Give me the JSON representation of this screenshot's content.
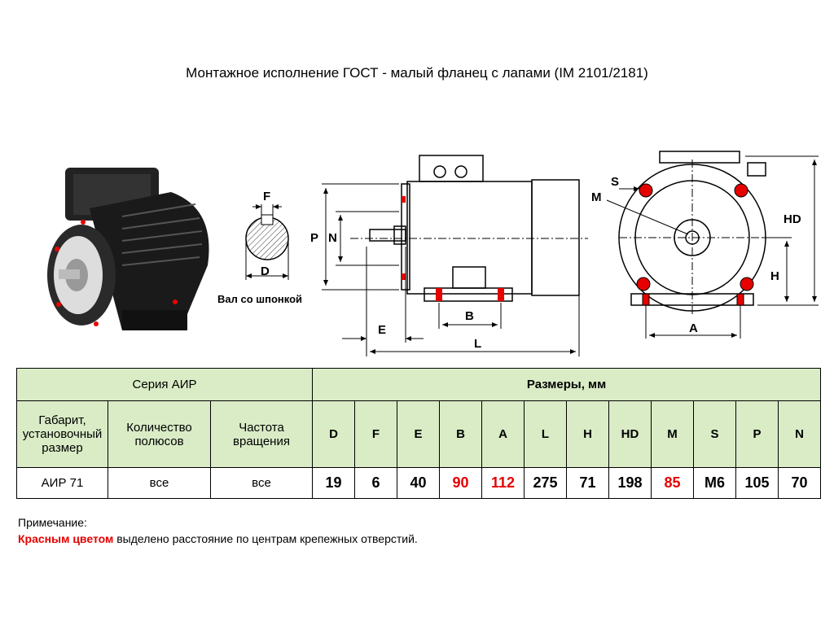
{
  "title": "Монтажное исполнение ГОСТ - малый фланец с лапами (IM 2101/2181)",
  "figure": {
    "shaft_caption": "Вал со шпонкой",
    "labels": {
      "F": "F",
      "D": "D",
      "P": "P",
      "N": "N",
      "E": "E",
      "B": "B",
      "L": "L",
      "S": "S",
      "M": "M",
      "HD": "HD",
      "H": "H",
      "A": "A"
    }
  },
  "table": {
    "series_header": "Серия АИР",
    "dims_header": "Размеры, мм",
    "col_headers": [
      "Габарит, установочный размер",
      "Количество полюсов",
      "Частота вращения"
    ],
    "dim_letters": [
      "D",
      "F",
      "E",
      "B",
      "A",
      "L",
      "H",
      "HD",
      "M",
      "S",
      "P",
      "N"
    ],
    "row": {
      "size": "АИР 71",
      "poles": "все",
      "speed": "все",
      "values": [
        "19",
        "6",
        "40",
        "90",
        "112",
        "275",
        "71",
        "198",
        "85",
        "M6",
        "105",
        "70"
      ]
    }
  },
  "note": {
    "heading": "Примечание:",
    "red_text": "Красным цветом",
    "rest_text": " выделено расстояние по центрам крепежных отверстий."
  },
  "colors": {
    "header_bg": "#d9ecc6",
    "highlight": "#e60000"
  }
}
